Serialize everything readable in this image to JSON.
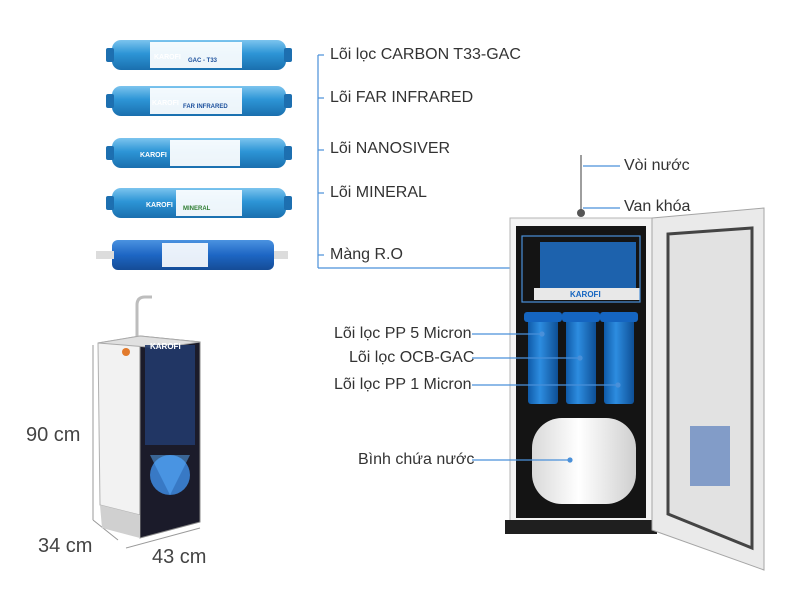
{
  "filters": [
    {
      "label": "Lõi lọc CARBON T33-GAC",
      "cartridge_text": "GAC - T33"
    },
    {
      "label": "Lõi FAR INFRARED",
      "cartridge_text": "FAR INFRARED"
    },
    {
      "label": "Lõi NANOSIVER",
      "cartridge_text": ""
    },
    {
      "label": "Lõi MINERAL",
      "cartridge_text": "MINERAL"
    },
    {
      "label": "Màng R.O",
      "cartridge_text": ""
    }
  ],
  "brand": "KAROFI",
  "top_labels": {
    "faucet": "Vòi nước",
    "valve": "Van khóa"
  },
  "housing_labels": {
    "pp5": "Lõi lọc PP 5 Micron",
    "ocb": "Lõi lọc OCB-GAC",
    "pp1": "Lõi lọc PP 1 Micron",
    "tank": "Bình chứa nước"
  },
  "dimensions": {
    "height": "90 cm",
    "depth": "34 cm",
    "width": "43 cm"
  },
  "colors": {
    "accent_line": "#4a90d9",
    "cartridge_blue": "#2a8fd0",
    "membrane_blue": "#1f6fc0",
    "cabinet": "#f0f0f0"
  }
}
